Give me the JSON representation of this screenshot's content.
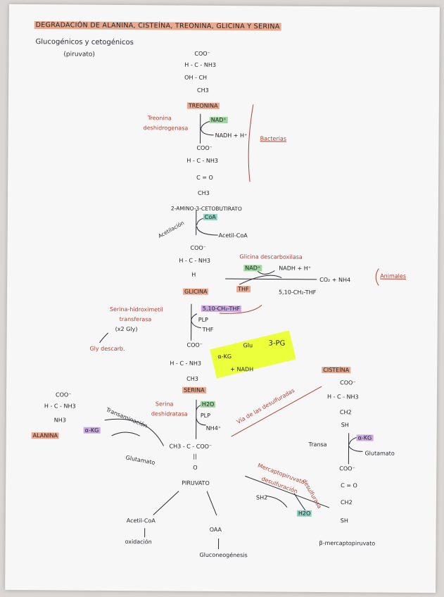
{
  "title": "DEGRADACIÓN DE ALANINA, CISTEÍNA, TREONINA, GLICINA Y SERINA",
  "subtitle": "Glucogénicos y cetogénicos",
  "subtitle2": "(piruvato)",
  "threonine": {
    "label": "TREONINA",
    "coo": "COO⁻",
    "r1": "H - C - NH3",
    "r2": "OH - CH",
    "r3": "CH3"
  },
  "enzyme_thr": {
    "line1": "Treonina",
    "line2": "deshidrogenasa"
  },
  "nad1": "NAD⁺",
  "nadh1": "NADH + H⁺",
  "bacterias": "Bacterias",
  "intermediate": {
    "coo": "COO⁻",
    "r1": "H - C - NH3",
    "r2": "C = O",
    "r3": "CH3",
    "name": "2-AMINO-3-CETOBUTIRATO"
  },
  "coa": "CoA",
  "acetilacion": "Acetilación",
  "acetilcoa": "Acetil-CoA",
  "glycine": {
    "label": "GLICINA",
    "coo": "COO⁻",
    "r1": "H - C - NH3",
    "r2": "H"
  },
  "glicina_desc": "Glicina descarboxilasa",
  "nad2": "NAD⁺",
  "nadh2": "NADH + H⁺",
  "co2": "CO₂ + NH4",
  "thf1": "THF",
  "ch2thf": "5,10-CH₂-THF",
  "animales": "Animales",
  "serine_enzyme": {
    "line1": "Serina-hidroximetil",
    "line2": "transferasa",
    "line3": "(x2 Gly)"
  },
  "ch2thf2": "5,10-CH₂-THF",
  "plp1": "PLP",
  "thf2": "THF",
  "gly_descarb": "Gly descarb.",
  "serine": {
    "label": "SERINA",
    "coo": "COO⁻",
    "r1": "H - C - NH3",
    "r2": "CH3"
  },
  "yellow": {
    "akg": "α-KG",
    "glu": "Glu",
    "pg": "3-PG",
    "nadh": "+ NADH"
  },
  "alanine": {
    "label": "ALANINA",
    "coo": "COO⁻",
    "r1": "H - C - NH3",
    "r2": "NH3"
  },
  "akg1": "α-KG",
  "transaminacion": "Transaminación",
  "glutamato": "Glutamato",
  "serina_desh": {
    "line1": "Serina",
    "line2": "deshidratasa"
  },
  "h2o1": "H2O",
  "plp2": "PLP",
  "nh4": "NH4⁺",
  "via": "Vía de las desulfuradas",
  "cysteine": {
    "label": "CISTEÍNA",
    "coo": "COO⁻",
    "r1": "H - C - NH3",
    "r2": "CH2",
    "r3": "SH"
  },
  "transa": "Transa",
  "akg2": "α-KG",
  "glutamato2": "Glutamato",
  "pyruvate": {
    "formula": "CH3 - C - COO⁻",
    "r1": "||",
    "r2": "O",
    "name": "PIRUVATO"
  },
  "mercapto_enzyme": {
    "line1": "Mercaptopiruvato",
    "line2": "desulfuración",
    "line3": "desulfurasa"
  },
  "sh2": "SH2",
  "h2o2": "H2O",
  "merc": {
    "coo": "COO⁻",
    "r1": "C = O",
    "r2": "CH2",
    "r3": "SH",
    "name": "β-mercaptopiruvato"
  },
  "acetilcoa2": "Acetil-CoA",
  "oxidacion": "oxidación",
  "oaa": "OAA",
  "gluconeogenesis": "Gluconeogénesis"
}
